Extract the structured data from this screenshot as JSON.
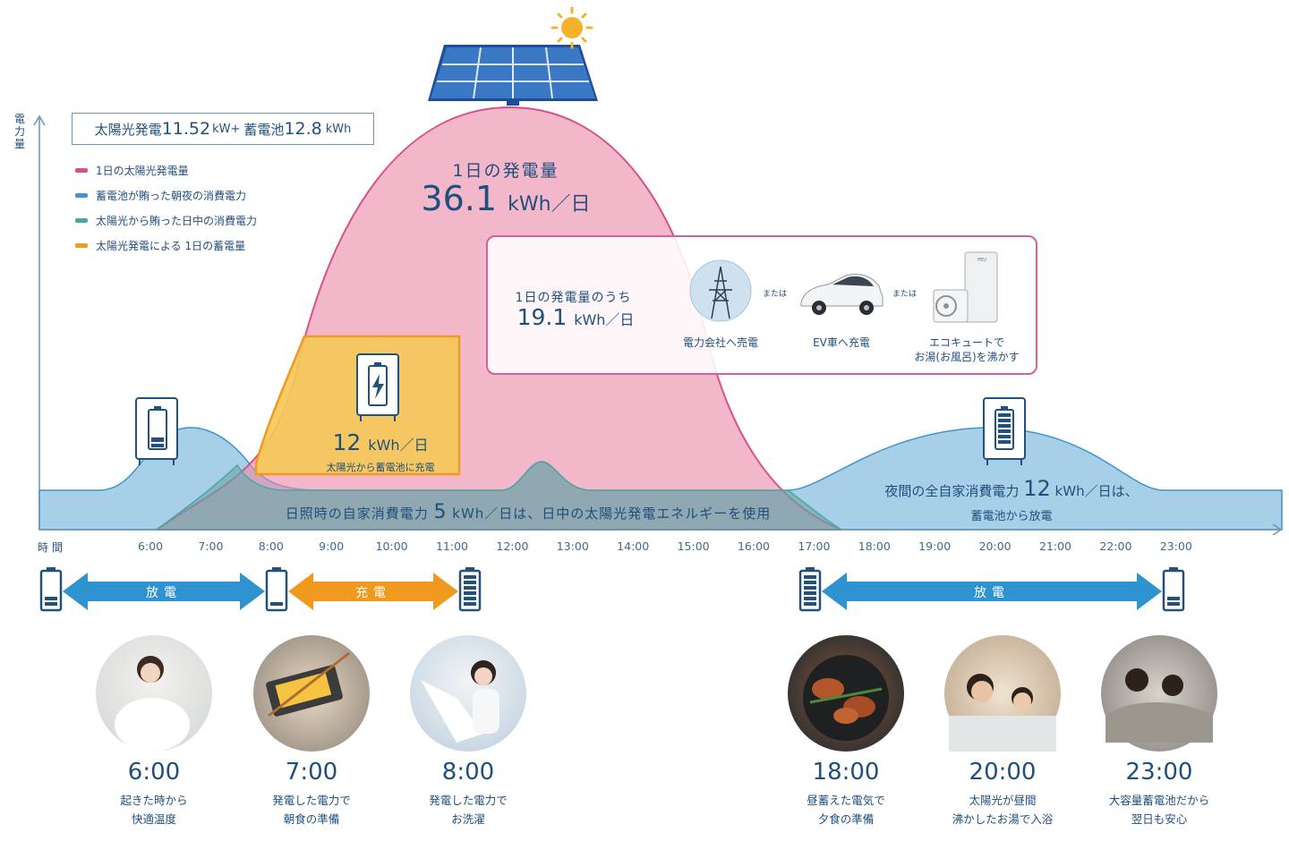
{
  "header": {
    "spec_prefix": "太陽光発電",
    "spec_solar": "11.52",
    "spec_solar_unit": "kW+",
    "spec_battery_prefix": "蓄電池",
    "spec_battery": "12.8",
    "spec_battery_unit": "kWh",
    "yaxis": "電力量",
    "xaxis": "時間"
  },
  "legend": [
    {
      "label": "1日の太陽光発電量",
      "color": "#d94f8c"
    },
    {
      "label": "蓄電池が賄った朝夜の消費電力",
      "color": "#3e95cf"
    },
    {
      "label": "太陽光から賄った日中の消費電力",
      "color": "#4aa7a0"
    },
    {
      "label": "太陽光発電による 1日の蓄電量",
      "color": "#ef9a1f"
    }
  ],
  "generation": {
    "title": "1日の発電量",
    "value": "36.1",
    "unit": "kWh／日"
  },
  "surplus": {
    "sub": "1日の発電量のうち",
    "value": "19.1",
    "unit": "kWh／日",
    "or1": "または",
    "or2": "または",
    "opt1": "電力会社へ売電",
    "opt2": "EV車へ充電",
    "opt3a": "エコキュートで",
    "opt3b": "お湯(お風呂)を沸かす",
    "ecocute_brand": "PEU"
  },
  "charge": {
    "value": "12",
    "unit": "kWh／日",
    "caption": "太陽光から蓄電池に充電"
  },
  "day_consumption": {
    "prefix": "日照時の自家消費電力",
    "value": "5",
    "suffix": "kWh／日は、日中の太陽光発電エネルギーを使用"
  },
  "night_consumption": {
    "prefix": "夜間の全自家消費電力",
    "value": "12",
    "suffix": "kWh／日は、",
    "line2": "蓄電池から放電"
  },
  "ticks": [
    "6:00",
    "7:00",
    "8:00",
    "9:00",
    "10:00",
    "11:00",
    "12:00",
    "13:00",
    "14:00",
    "15:00",
    "16:00",
    "17:00",
    "18:00",
    "19:00",
    "20:00",
    "21:00",
    "22:00",
    "23:00"
  ],
  "arrows": {
    "discharge_morning": "放電",
    "charge": "充電",
    "discharge_night": "放電"
  },
  "scenes": [
    {
      "time": "6:00",
      "line1": "起きた時から",
      "line2": "快適温度"
    },
    {
      "time": "7:00",
      "line1": "発電した電力で",
      "line2": "朝食の準備"
    },
    {
      "time": "8:00",
      "line1": "発電した電力で",
      "line2": "お洗濯"
    },
    {
      "time": "18:00",
      "line1": "昼蓄えた電気で",
      "line2": "夕食の準備"
    },
    {
      "time": "20:00",
      "line1": "太陽光が昼間",
      "line2": "沸かしたお湯で入浴"
    },
    {
      "time": "23:00",
      "line1": "大容量蓄電池だから",
      "line2": "翌日も安心"
    }
  ]
}
